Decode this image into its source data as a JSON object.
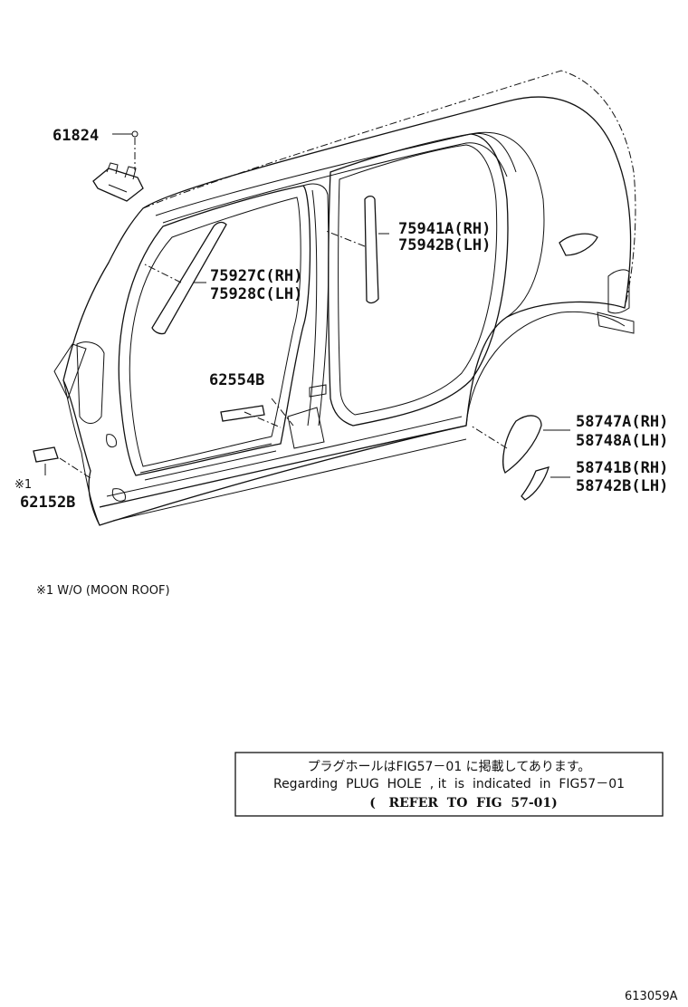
{
  "callouts": [
    {
      "id": "part-61824",
      "text": "61824"
    },
    {
      "id": "part-75941A",
      "text": "75941A(RH)"
    },
    {
      "id": "part-75942B",
      "text": "75942B(LH)"
    },
    {
      "id": "part-75927C",
      "text": "75927C(RH)"
    },
    {
      "id": "part-75928C",
      "text": "75928C(LH)"
    },
    {
      "id": "part-62554B",
      "text": "62554B"
    },
    {
      "id": "part-58747A",
      "text": "58747A(RH)"
    },
    {
      "id": "part-58748A",
      "text": "58748A(LH)"
    },
    {
      "id": "part-58741B",
      "text": "58741B(RH)"
    },
    {
      "id": "part-58742B",
      "text": "58742B(LH)"
    },
    {
      "id": "note-mark-1",
      "text": "※1"
    },
    {
      "id": "part-62152B",
      "text": "62152B"
    }
  ],
  "footnote": "※1 W/O (MOON ROOF)",
  "reference_box": {
    "line_jp": "プラグホールはFIG57－01 に掲載してあります。",
    "line_en": "Regarding  PLUG  HOLE  , it  is  indicated  in  FIG57－01",
    "line_ref": "(   REFER  TO  FIG  57-01)"
  },
  "figure_id": "613059A"
}
